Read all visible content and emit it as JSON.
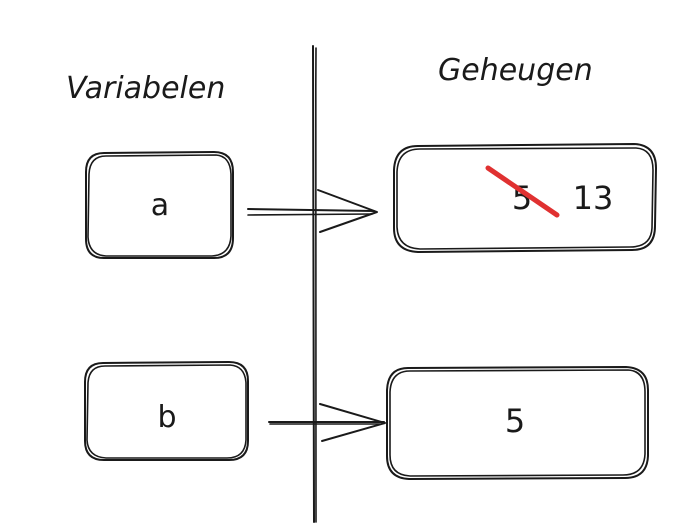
{
  "headings": {
    "variables": "Variabelen",
    "memory": "Geheugen"
  },
  "variables": [
    {
      "name": "a"
    },
    {
      "name": "b"
    }
  ],
  "memory": [
    {
      "old_value": "5",
      "value": "13",
      "old_value_struck_out": true
    },
    {
      "value": "5"
    }
  ],
  "colors": {
    "ink": "#1a1a1a",
    "strike": "#e03131",
    "background": "#ffffff"
  }
}
